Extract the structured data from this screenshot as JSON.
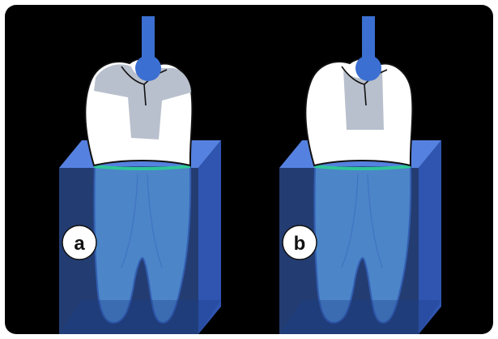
{
  "panels": [
    {
      "id": "a",
      "label": "a"
    },
    {
      "id": "b",
      "label": "b"
    }
  ],
  "colors": {
    "background": "#000000",
    "frame": "#ffffff",
    "block_front": "#3f6fd1",
    "block_side": "#2f55b0",
    "block_top": "#5581e0",
    "root": "#5c9fbd",
    "root_outline": "#244a8c",
    "crown": "#ffffff",
    "restoration": "#b9c0cd",
    "stylus": "#3b6fd1",
    "gum_line": "#2fc59a",
    "label_circle": "#ffffff"
  }
}
